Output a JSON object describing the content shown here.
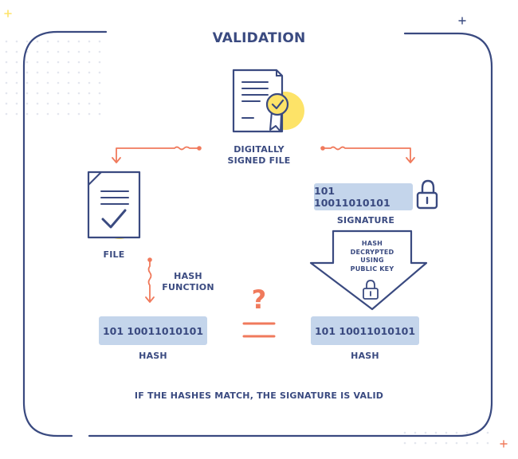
{
  "title": "VALIDATION",
  "signed_file": {
    "line1": "DIGITALLY",
    "line2": "SIGNED FILE"
  },
  "file": {
    "label": "FILE"
  },
  "hash_function": {
    "line1": "HASH",
    "line2": "FUNCTION"
  },
  "signature": {
    "value": "101 10011010101",
    "label": "SIGNATURE"
  },
  "decrypt": {
    "line1": "HASH",
    "line2": "DECRYPTED",
    "line3": "USING",
    "line4": "PUBLIC KEY"
  },
  "hash_left": {
    "value": "101 10011010101",
    "label": "HASH"
  },
  "hash_right": {
    "value": "101 10011010101",
    "label": "HASH"
  },
  "compare": {
    "symbol": "?"
  },
  "footer": "IF THE HASHES MATCH, THE SIGNATURE IS VALID",
  "colors": {
    "navy": "#3a4a80",
    "accent": "#f07a5c",
    "yellow": "#fde368",
    "box": "#c4d5eb"
  }
}
